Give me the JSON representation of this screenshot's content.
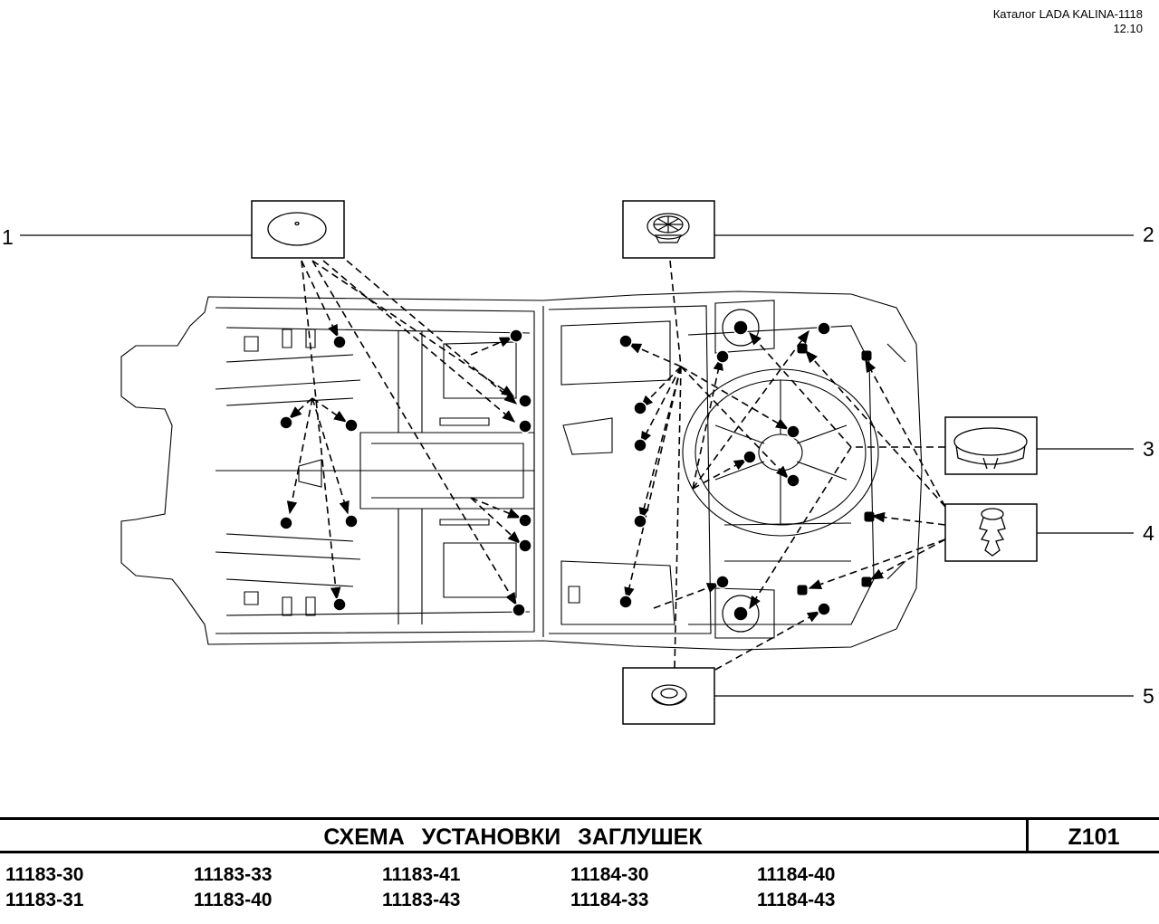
{
  "header": {
    "catalog": "Каталог LADA KALINA-1118",
    "date": "12.10"
  },
  "callouts": [
    "1",
    "2",
    "3",
    "4",
    "5"
  ],
  "title": {
    "text": "СХЕМА   УСТАНОВКИ   ЗАГЛУШЕК",
    "code": "Z101"
  },
  "models": [
    [
      "11183-30",
      "11183-31"
    ],
    [
      "11183-33",
      "11183-40"
    ],
    [
      "11183-41",
      "11183-43"
    ],
    [
      "11184-30",
      "11184-33"
    ],
    [
      "11184-40",
      "11184-43"
    ]
  ],
  "icons": [
    "round-plug-icon",
    "ribbed-plug-icon",
    "cap-plug-icon",
    "push-clip-icon",
    "grommet-icon"
  ]
}
